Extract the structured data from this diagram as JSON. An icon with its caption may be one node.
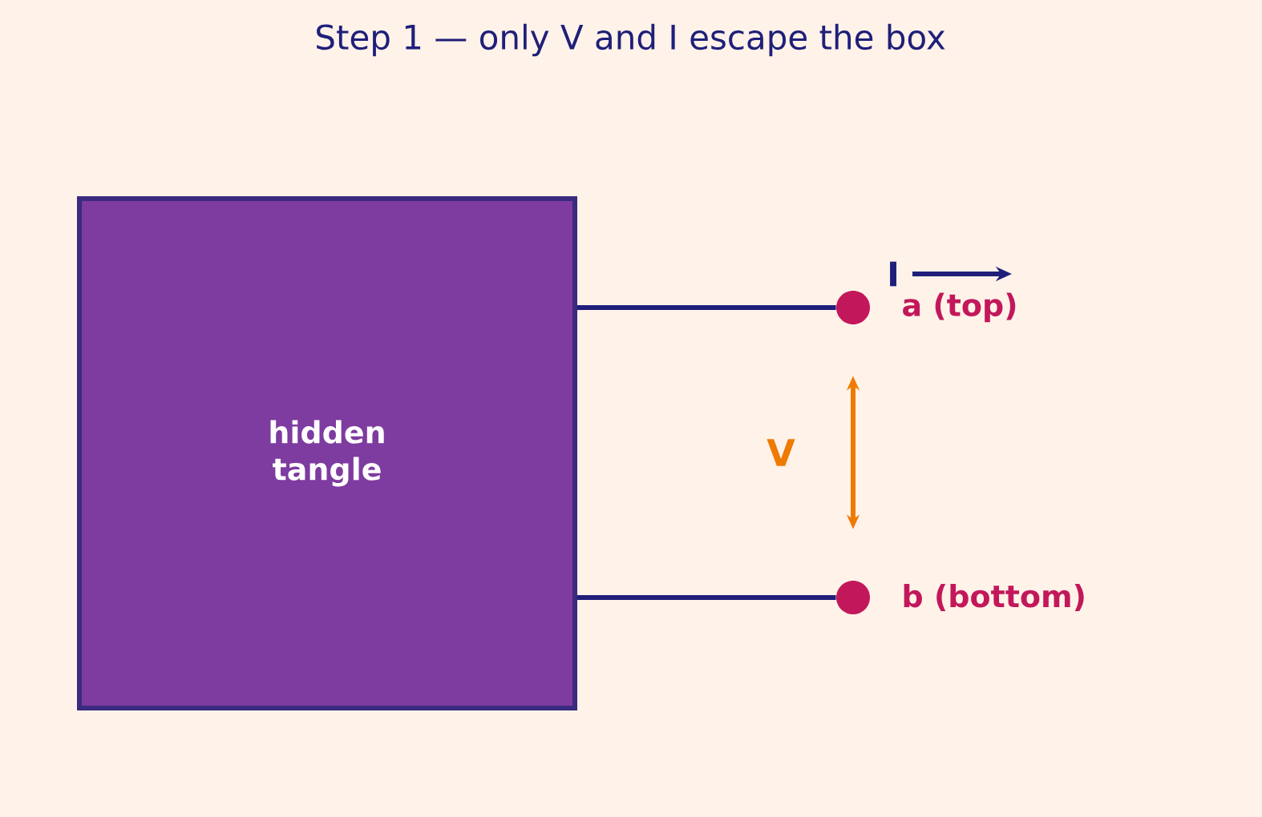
{
  "diagram": {
    "title": "Step 1 — only V and I escape the box",
    "nodes": [
      {
        "text": [
          "hidden tangle"
        ]
      },
      {
        "text": [],
        "shape": "circle",
        "beside": [
          "a (top)"
        ]
      },
      {
        "text": [],
        "shape": "circle",
        "beside": [
          "b (bottom)"
        ]
      }
    ],
    "edges": [
      {
        "from": 0,
        "to": 1,
        "arrow": "none"
      },
      {
        "from": 0,
        "to": 2,
        "arrow": "none"
      },
      {
        "from": 1,
        "to": 2,
        "arrow": "both",
        "label": "V",
        "color": "#ef7a00"
      }
    ],
    "labels": [
      "I"
    ]
  }
}
